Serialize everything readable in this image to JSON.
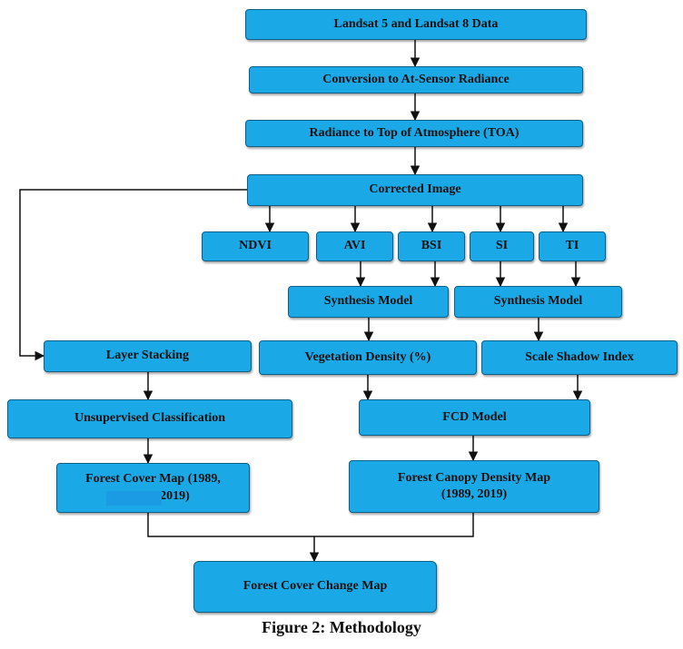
{
  "nodes": {
    "landsat": "Landsat 5 and Landsat 8 Data",
    "radiance": "Conversion to At-Sensor Radiance",
    "toa": "Radiance to Top of Atmosphere (TOA)",
    "corrected": "Corrected Image",
    "ndvi": "NDVI",
    "avi": "AVI",
    "bsi": "BSI",
    "si": "SI",
    "ti": "TI",
    "synthesis1": "Synthesis Model",
    "synthesis2": "Synthesis Model",
    "layer": "Layer Stacking",
    "vegdensity": "Vegetation Density (%)",
    "shadow": "Scale Shadow Index",
    "unsupervised": "Unsupervised Classification",
    "fcdmodel": "FCD Model",
    "forestcover_l1": "Forest Cover Map (1989,",
    "forestcover_l2": "2019)",
    "fcdmap_l1": "Forest Canopy Density Map",
    "fcdmap_l2": "(1989, 2019)",
    "change": "Forest Cover Change Map"
  },
  "caption": "Figure 2: Methodology",
  "colors": {
    "box_fill": "#1ba8e6",
    "box_border": "#0f5f86",
    "line": "#111111"
  }
}
